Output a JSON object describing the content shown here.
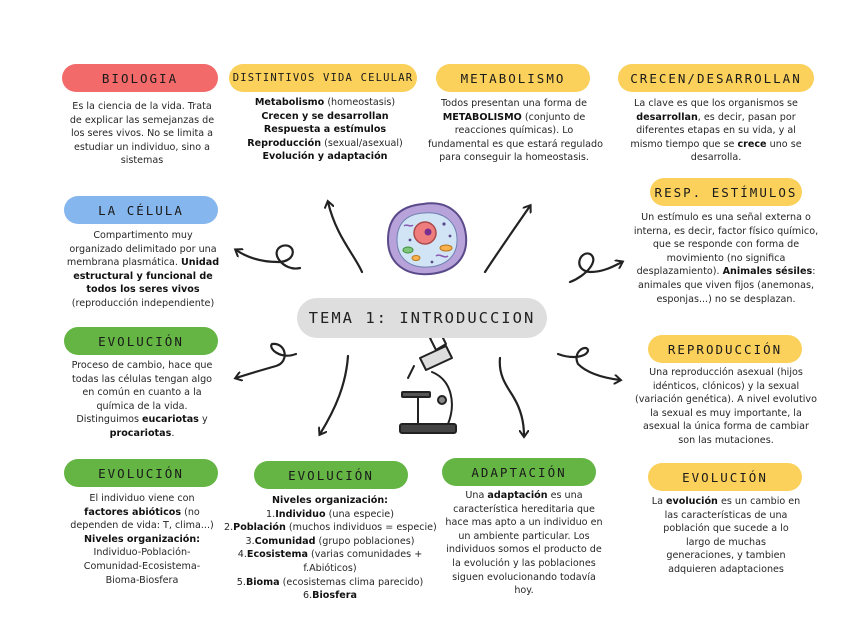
{
  "colors": {
    "red": "#f26a6a",
    "yellow": "#fbd15b",
    "blue": "#86b6ee",
    "green": "#64b544",
    "center": "#dedede"
  },
  "icons": [
    "cell-illustration-icon",
    "microscope-icon",
    "arrow-icon"
  ],
  "center_title": "TEMA 1: INTRODUCCION",
  "biologia": {
    "title": "BIOLOGIA",
    "lines": [
      [
        {
          "t": "Es la ciencia de la vida. Trata"
        }
      ],
      [
        {
          "t": "de explicar las semejanzas de"
        }
      ],
      [
        {
          "t": "los seres vivos. No se limita a"
        }
      ],
      [
        {
          "t": "estudiar un individuo, sino a"
        }
      ],
      [
        {
          "t": "sistemas"
        }
      ]
    ]
  },
  "distintivos": {
    "title": "DISTINTIVOS VIDA CELULAR",
    "lines": [
      [
        {
          "t": "Metabolismo",
          "b": true
        },
        {
          "t": " (homeostasis)"
        }
      ],
      [
        {
          "t": "Crecen y se desarrollan",
          "b": true
        }
      ],
      [
        {
          "t": "Respuesta a estímulos",
          "b": true
        }
      ],
      [
        {
          "t": "Reproducción",
          "b": true
        },
        {
          "t": " (sexual/asexual)"
        }
      ],
      [
        {
          "t": "Evolución y adaptación",
          "b": true
        }
      ]
    ]
  },
  "metabolismo": {
    "title": "METABOLISMO",
    "lines": [
      [
        {
          "t": "Todos presentan una forma de"
        }
      ],
      [
        {
          "t": "METABOLISMO",
          "b": true
        },
        {
          "t": " (conjunto de"
        }
      ],
      [
        {
          "t": "reacciones químicas). Lo"
        }
      ],
      [
        {
          "t": "fundamental es que estará regulado"
        }
      ],
      [
        {
          "t": "para conseguir la homeostasis."
        }
      ]
    ]
  },
  "crecen": {
    "title": "CRECEN/DESARROLLAN",
    "lines": [
      [
        {
          "t": "La clave es que los organismos se"
        }
      ],
      [
        {
          "t": "desarrollan",
          "b": true
        },
        {
          "t": ", es decir, pasan por"
        }
      ],
      [
        {
          "t": "diferentes etapas en su vida, y al"
        }
      ],
      [
        {
          "t": "mismo tiempo que se "
        },
        {
          "t": "crece",
          "b": true
        },
        {
          "t": " uno se"
        }
      ],
      [
        {
          "t": "desarrolla."
        }
      ]
    ]
  },
  "celula": {
    "title": "LA CÉLULA",
    "lines": [
      [
        {
          "t": "Compartimento muy"
        }
      ],
      [
        {
          "t": "organizado delimitado por una"
        }
      ],
      [
        {
          "t": "membrana plasmática. "
        },
        {
          "t": "Unidad",
          "b": true
        }
      ],
      [
        {
          "t": "estructural y funcional de",
          "b": true
        }
      ],
      [
        {
          "t": "todos los seres vivos",
          "b": true
        }
      ],
      [
        {
          "t": "(reproducción independiente)"
        }
      ]
    ]
  },
  "estimulos": {
    "title": "RESP. ESTÍMULOS",
    "lines": [
      [
        {
          "t": "Un estímulo es una señal externa o"
        }
      ],
      [
        {
          "t": "interna, es decir, factor físico químico,"
        }
      ],
      [
        {
          "t": "que se responde con forma de"
        }
      ],
      [
        {
          "t": "movimiento (no significa"
        }
      ],
      [
        {
          "t": "desplazamiento). "
        },
        {
          "t": "Animales sésiles",
          "b": true
        },
        {
          "t": ":"
        }
      ],
      [
        {
          "t": "animales que viven fijos (anemonas,"
        }
      ],
      [
        {
          "t": "esponjas...) no se desplazan."
        }
      ]
    ]
  },
  "evolucion_celular": {
    "title": "EVOLUCIÓN",
    "lines": [
      [
        {
          "t": "Proceso de cambio, hace que"
        }
      ],
      [
        {
          "t": "todas las células tengan algo"
        }
      ],
      [
        {
          "t": "en común en cuanto a la"
        }
      ],
      [
        {
          "t": "química de la vida."
        }
      ],
      [
        {
          "t": "Distinguimos "
        },
        {
          "t": "eucariotas",
          "b": true
        },
        {
          "t": " y"
        }
      ],
      [
        {
          "t": "procariotas",
          "b": true
        },
        {
          "t": "."
        }
      ]
    ]
  },
  "reproduccion": {
    "title": "REPRODUCCIÓN",
    "lines": [
      [
        {
          "t": "Una reproducción asexual (hijos"
        }
      ],
      [
        {
          "t": "idénticos, clónicos) y la sexual"
        }
      ],
      [
        {
          "t": "(variación genética). A nivel evolutivo"
        }
      ],
      [
        {
          "t": "la sexual es muy importante, la"
        }
      ],
      [
        {
          "t": "asexual la única forma de cambiar"
        }
      ],
      [
        {
          "t": "son las mutaciones."
        }
      ]
    ]
  },
  "evolucion_factores": {
    "title": "EVOLUCIÓN",
    "lines": [
      [
        {
          "t": "El individuo viene con"
        }
      ],
      [
        {
          "t": "factores abióticos",
          "b": true
        },
        {
          "t": " (no"
        }
      ],
      [
        {
          "t": "dependen de vida: T, clima...)"
        }
      ],
      [
        {
          "t": "Niveles organización:",
          "b": true
        }
      ],
      [
        {
          "t": "Individuo-Población-"
        }
      ],
      [
        {
          "t": "Comunidad-Ecosistema-"
        }
      ],
      [
        {
          "t": "Bioma-Biosfera"
        }
      ]
    ]
  },
  "evolucion_niveles": {
    "title": "EVOLUCIÓN",
    "lines": [
      [
        {
          "t": "Niveles organización:",
          "b": true
        }
      ],
      [
        {
          "t": "1."
        },
        {
          "t": "Individuo",
          "b": true
        },
        {
          "t": " (una especie)"
        }
      ],
      [
        {
          "t": "2."
        },
        {
          "t": "Población",
          "b": true
        },
        {
          "t": " (muchos individuos = especie)"
        }
      ],
      [
        {
          "t": "3."
        },
        {
          "t": "Comunidad",
          "b": true
        },
        {
          "t": " (grupo poblaciones)"
        }
      ],
      [
        {
          "t": "4."
        },
        {
          "t": "Ecosistema",
          "b": true
        },
        {
          "t": " (varias comunidades +"
        }
      ],
      [
        {
          "t": "f.Abióticos)"
        }
      ],
      [
        {
          "t": "5."
        },
        {
          "t": "Bioma",
          "b": true
        },
        {
          "t": " (ecosistemas clima parecido)"
        }
      ],
      [
        {
          "t": "6."
        },
        {
          "t": "Biosfera",
          "b": true
        }
      ]
    ]
  },
  "adaptacion": {
    "title": "ADAPTACIÓN",
    "lines": [
      [
        {
          "t": "Una "
        },
        {
          "t": "adaptación",
          "b": true
        },
        {
          "t": " es una"
        }
      ],
      [
        {
          "t": "característica hereditaria que"
        }
      ],
      [
        {
          "t": "hace mas apto a un individuo en"
        }
      ],
      [
        {
          "t": "un ambiente particular. Los"
        }
      ],
      [
        {
          "t": "individuos somos el producto de"
        }
      ],
      [
        {
          "t": "la evolución y las poblaciones"
        }
      ],
      [
        {
          "t": "siguen evolucionando todavía"
        }
      ],
      [
        {
          "t": "hoy."
        }
      ]
    ]
  },
  "evolucion_cambio": {
    "title": "EVOLUCIÓN",
    "lines": [
      [
        {
          "t": "La "
        },
        {
          "t": "evolución",
          "b": true
        },
        {
          "t": " es un cambio en"
        }
      ],
      [
        {
          "t": "las características de una"
        }
      ],
      [
        {
          "t": "población que sucede a lo"
        }
      ],
      [
        {
          "t": "largo de muchas"
        }
      ],
      [
        {
          "t": "generaciones, y tambien"
        }
      ],
      [
        {
          "t": "adquieren adaptaciones"
        }
      ]
    ]
  }
}
